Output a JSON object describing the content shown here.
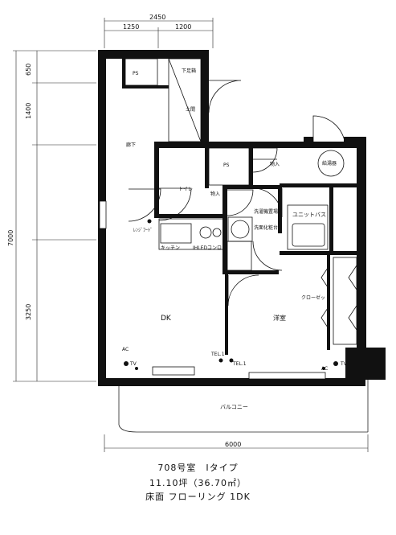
{
  "dimensions": {
    "top_total": "2450",
    "top_left": "1250",
    "top_right": "1200",
    "left_1": "650",
    "left_2": "1400",
    "left_total": "7000",
    "left_4": "3250",
    "bottom": "6000"
  },
  "rooms": {
    "ps_top": "PS",
    "genkan": "下足箱",
    "kasa": "土間",
    "hallway": "廊下",
    "toilet": "トイレ",
    "ps_mid": "PS",
    "fuku": "物入",
    "kyuto": "給湯器",
    "monoire": "物入",
    "senmen": "洗濯機置場",
    "senmen2": "洗面化粧台",
    "unitbath": "ユニットバス",
    "kitchen": "キッチン",
    "ih": "IHLEDコンロ",
    "sink": "ﾚﾝｼﾞﾌｰﾄﾞ",
    "dk": "DK",
    "yoshitsu": "洋室",
    "closet": "クローゼット",
    "balcony": "バルコニー",
    "tel1": "TEL.1",
    "tel2": "TEL.1",
    "tv1": "TV",
    "tv2": "TV",
    "ac1": "AC",
    "ac2": "AC"
  },
  "caption": {
    "line1": "708号室　Iタイプ",
    "line2": "11.10坪（36.70㎡）",
    "line3": "床面 フローリング 1DK"
  }
}
